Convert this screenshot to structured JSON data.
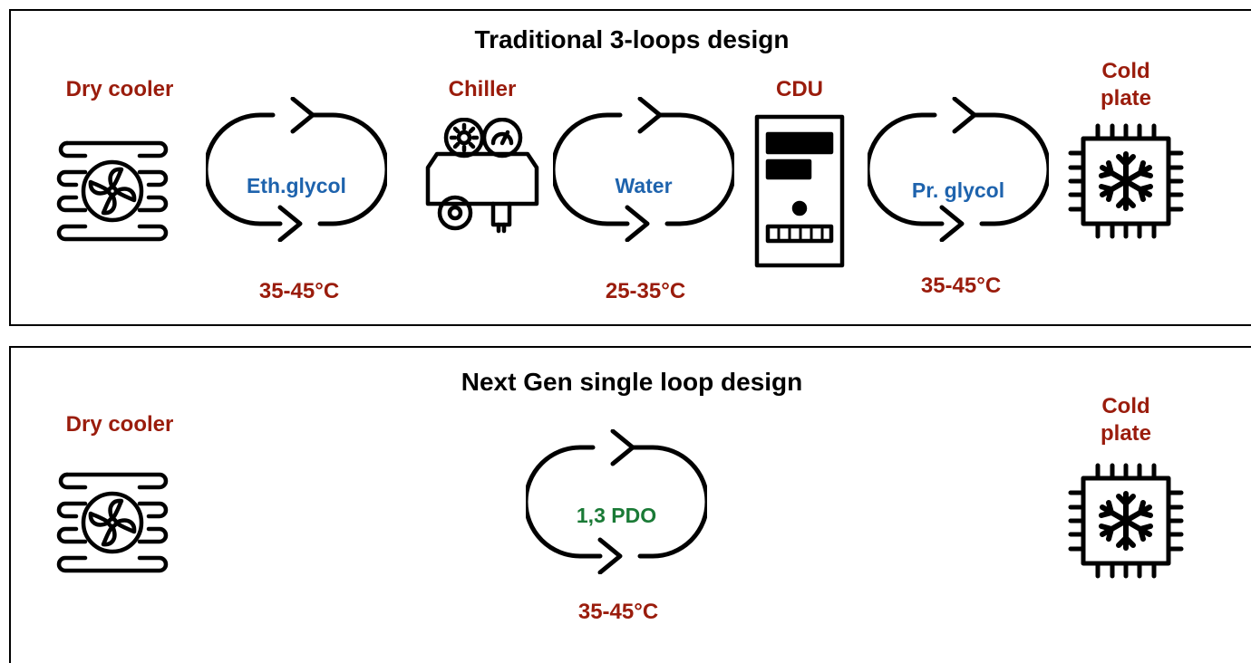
{
  "traditional": {
    "title": "Traditional 3-loops design",
    "dry_cooler_label": "Dry cooler",
    "chiller_label": "Chiller",
    "cdu_label": "CDU",
    "cold_plate_label_1": "Cold",
    "cold_plate_label_2": "plate",
    "loops": [
      {
        "fluid": "Eth.glycol",
        "temp": "35-45°C"
      },
      {
        "fluid": "Water",
        "temp": "25-35°C"
      },
      {
        "fluid": "Pr. glycol",
        "temp": "35-45°C"
      }
    ]
  },
  "next_gen": {
    "title": "Next Gen single loop design",
    "dry_cooler_label": "Dry cooler",
    "cold_plate_label_1": "Cold",
    "cold_plate_label_2": "plate",
    "loop": {
      "fluid": "1,3 PDO",
      "temp": "35-45°C"
    }
  },
  "colors": {
    "component_label": "#9a1c0c",
    "fluid_traditional": "#1e63ad",
    "fluid_next_gen": "#1a7a36"
  },
  "icons": [
    "fan-coil-icon",
    "loop-arrows-icon",
    "chiller-icon",
    "cdu-cabinet-icon",
    "chip-snowflake-icon"
  ]
}
